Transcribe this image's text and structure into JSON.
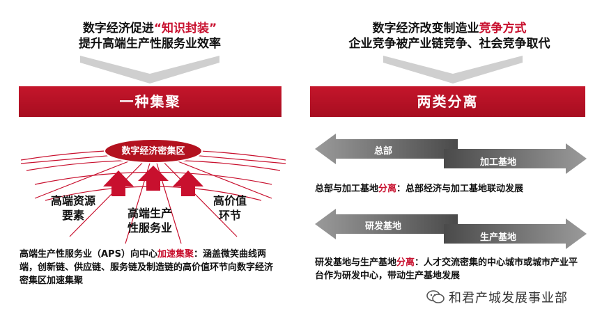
{
  "left": {
    "title_line1_prefix": "数字经济促进",
    "title_line1_highlight": "“知识封装”",
    "title_line2": "提升高端生产性服务业效率",
    "banner": "一种集聚",
    "zone_label": "数字经济密集区",
    "factors": [
      "高端资源",
      "要素",
      "高端生产",
      "性服务业",
      "高价值",
      "环节"
    ],
    "description": {
      "part1": "高端生产性服务业（APS）向中心",
      "highlight": "加速集聚",
      "part2": "：涵盖微笑曲线两端，创新链、供应链、服务链及制造链的高价值环节向数字经济密集区加速集聚"
    }
  },
  "right": {
    "title_line1_prefix": "数字经济改变制造业",
    "title_line1_highlight": "竞争方式",
    "title_line2": "企业竞争被产业链竞争、社会竞争取代",
    "banner": "两类分离",
    "pair1": {
      "left_arrow": "总部",
      "right_arrow": "加工基地",
      "desc_prefix": "总部与加工基地",
      "desc_highlight": "分离",
      "desc_suffix": "：总部经济与加工基地联动发展"
    },
    "pair2": {
      "left_arrow": "研发基地",
      "right_arrow": "生产基地",
      "desc_prefix": "研发基地与生产基地",
      "desc_highlight": "分离",
      "desc_suffix": "：人才交流密集的中心城市或城市产业平台作为研发中心，带动生产基地发展"
    }
  },
  "watermark": "和君产城发展事业部",
  "colors": {
    "accent": "#c8102e",
    "arrow_gray": "#6e6e6e",
    "chevron_gray": "#d0d0d0"
  }
}
